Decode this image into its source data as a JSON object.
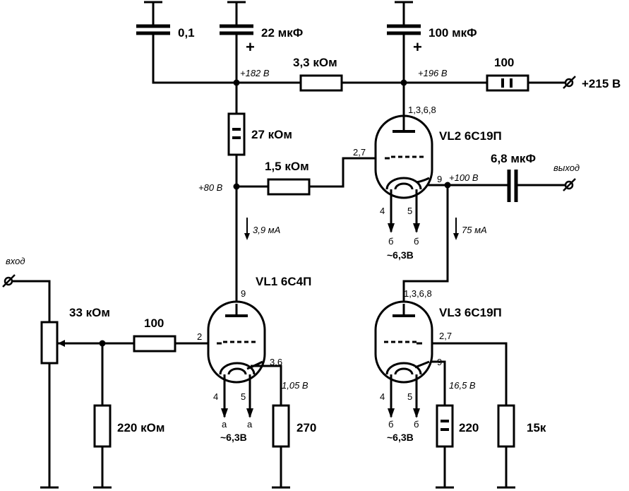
{
  "components": {
    "c_01": "0,1",
    "c_22": "22 мкФ",
    "c_100": "100 мкФ",
    "c_out": "6,8 мкФ",
    "r_33k_top": "3,3 кОм",
    "r_100_supply": "100",
    "r_27k": "27 кОм",
    "r_15k": "1,5 кОм",
    "pot_33k": "33 кОм",
    "r_100_grid": "100",
    "r_220k": "220 кОм",
    "r_270": "270",
    "r_220": "220",
    "r_15k_grid": "15к"
  },
  "polarity": {
    "plus1": "+",
    "plus2": "+"
  },
  "voltages": {
    "v182": "+182 В",
    "v196": "+196 В",
    "supply": "+215 В",
    "v80": "+80 В",
    "v100": "+100 В",
    "v105": "1,05 В",
    "v165": "16,5 В"
  },
  "currents": {
    "i39": "3,9 мА",
    "i75": "75 мА"
  },
  "io": {
    "input": "вход",
    "output": "выход"
  },
  "tubes": {
    "vl1": {
      "label": "VL1 6С4П",
      "anode_pin": "9",
      "grid_pin": "2",
      "cathode_pin": "3,6",
      "heater1": "4",
      "heater2": "5",
      "heater_tag1": "а",
      "heater_tag2": "а",
      "heater_v": "~6,3В"
    },
    "vl2": {
      "label": "VL2 6С19П",
      "anode_pin": "1,3,6,8",
      "grid_pin": "2,7",
      "cathode_pin": "9",
      "heater1": "4",
      "heater2": "5",
      "heater_tag1": "б",
      "heater_tag2": "б",
      "heater_v": "~6,3В"
    },
    "vl3": {
      "label": "VL3 6С19П",
      "anode_pin": "1,3,6,8",
      "grid_pin": "2,7",
      "cathode_pin": "9",
      "heater1": "4",
      "heater2": "5",
      "heater_tag1": "б",
      "heater_tag2": "б",
      "heater_v": "~6,3В"
    }
  }
}
